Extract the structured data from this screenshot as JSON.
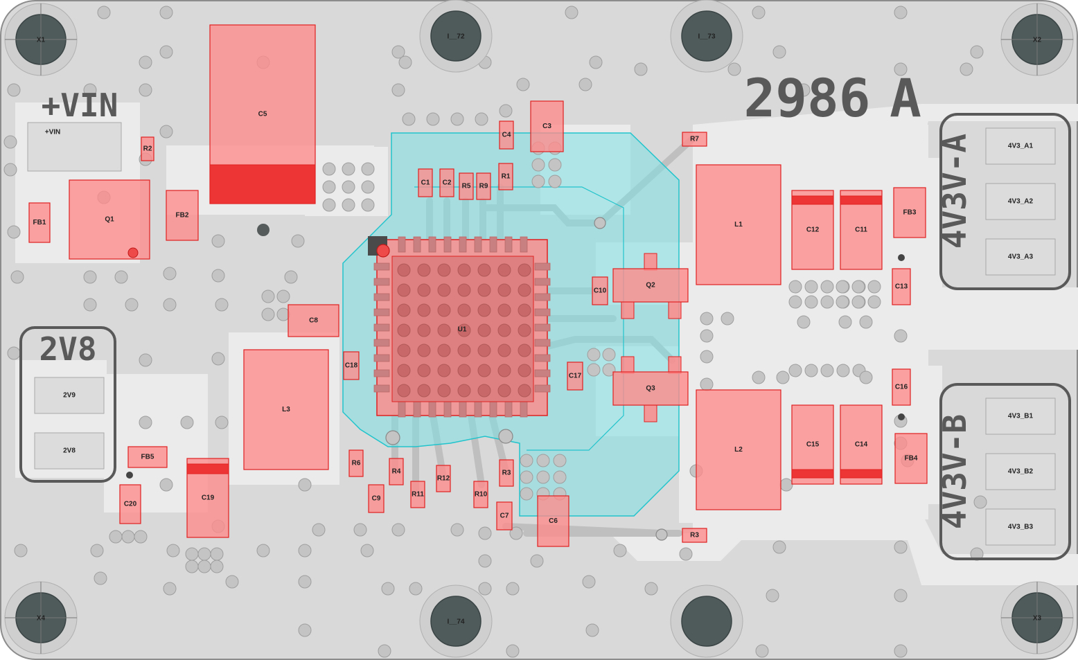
{
  "board": {
    "title": "2986A",
    "colors": {
      "background": "#d9d9d9",
      "board_edge": "#8c8c8c",
      "copper_pour": "#ebebeb",
      "via": "#c4c4c4",
      "via_edge": "#9e9e9e",
      "trace": "#bfbfbf",
      "pad": "#c8c8c8",
      "component_fill": "#ff8a8a",
      "component_edge": "#e02020",
      "component_highlight": "#ee3535",
      "net_highlight": "#7fe0e3",
      "net_edge": "#20c4cc",
      "silkscreen": "#595959",
      "mounting_hole": "#4f5a5a"
    }
  },
  "silkscreen": {
    "vin": "+VIN",
    "v2v8": "2V8",
    "out_a": "4V3V-A",
    "out_b": "4V3V-B",
    "part_number": "2986",
    "revision": "A"
  },
  "mounting_holes": [
    "X1",
    "I__72",
    "I__73",
    "X2",
    "X4",
    "I__74",
    "",
    "X3"
  ],
  "connector_pads": {
    "vin": "+VIN",
    "out_a": [
      "4V3_A1",
      "4V3_A2",
      "4V3_A3"
    ],
    "out_b": [
      "4V3_B1",
      "4V3_B2",
      "4V3_B3"
    ],
    "v2v8": [
      "2V9",
      "2V8"
    ]
  },
  "components": {
    "C5": "C5",
    "Q1": "Q1",
    "FB1": "FB1",
    "FB2": "FB2",
    "R2": "R2",
    "C8": "C8",
    "L3": "L3",
    "C18": "C18",
    "FB5": "FB5",
    "C20": "C20",
    "C19": "C19",
    "R6": "R6",
    "R4": "R4",
    "C9": "C9",
    "R11": "R11",
    "R12": "R12",
    "R10": "R10",
    "R3_L": "R3",
    "C7": "C7",
    "C6": "C6",
    "R3": "R3",
    "C1": "C1",
    "C2": "C2",
    "R5": "R5",
    "R9": "R9",
    "R1": "R1",
    "C4": "C4",
    "C3": "C3",
    "R7": "R7",
    "U1": "U1",
    "C10": "C10",
    "Q2": "Q2",
    "C17": "C17",
    "Q3": "Q3",
    "L1": "L1",
    "L2": "L2",
    "C12": "C12",
    "C11": "C11",
    "FB3": "FB3",
    "C13": "C13",
    "C15": "C15",
    "C14": "C14",
    "FB4": "FB4",
    "C16": "C16"
  }
}
